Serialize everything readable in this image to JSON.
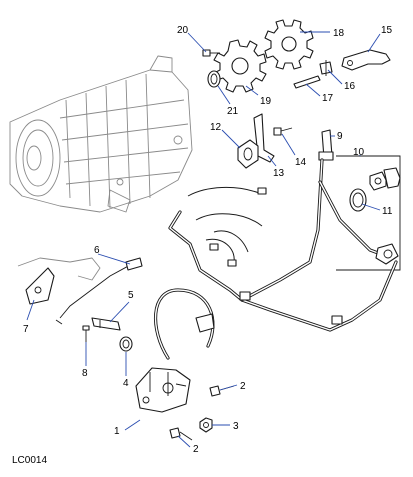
{
  "diagram": {
    "code": "LC0014",
    "callouts": [
      "1",
      "2",
      "2",
      "3",
      "4",
      "5",
      "6",
      "7",
      "8",
      "9",
      "10",
      "11",
      "12",
      "13",
      "14",
      "15",
      "16",
      "17",
      "18",
      "19",
      "20",
      "21"
    ]
  },
  "colors": {
    "leader": "#2a4db0",
    "outline": "#1a1a1a",
    "ghost_outline": "#8a8a8a"
  }
}
